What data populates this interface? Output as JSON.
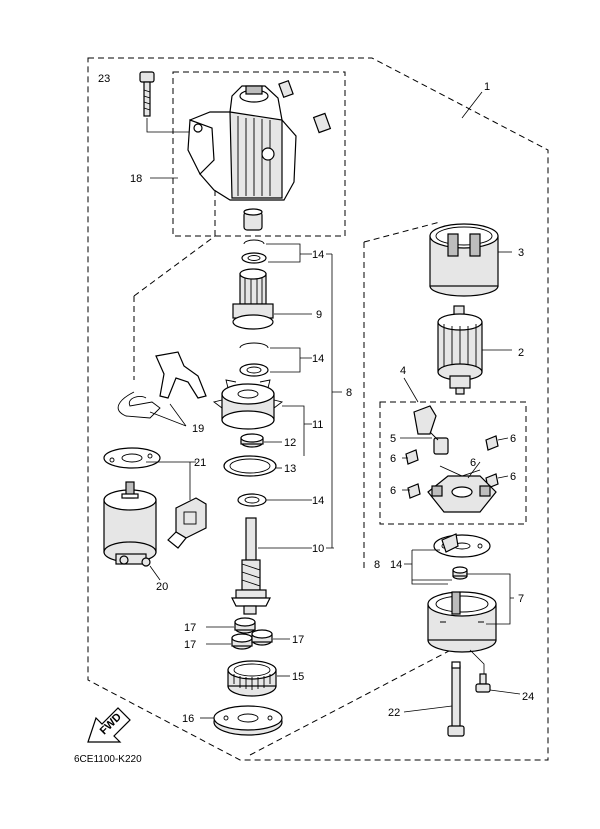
{
  "diagram_code": "6CE1100-K220",
  "fwd_label": "FWD",
  "callouts": {
    "c1": "1",
    "c2": "2",
    "c3": "3",
    "c4": "4",
    "c5": "5",
    "c6a": "6",
    "c6b": "6",
    "c6c": "6",
    "c6d": "6",
    "c6e": "6",
    "c7": "7",
    "c8": "8",
    "c8b": "8",
    "c9": "9",
    "c10": "10",
    "c11": "11",
    "c12": "12",
    "c13": "13",
    "c14a": "14",
    "c14b": "14",
    "c14c": "14",
    "c14d": "14",
    "c15": "15",
    "c16": "16",
    "c17a": "17",
    "c17b": "17",
    "c17c": "17",
    "c18": "18",
    "c19": "19",
    "c20": "20",
    "c21": "21",
    "c22": "22",
    "c23": "23",
    "c24": "24"
  }
}
